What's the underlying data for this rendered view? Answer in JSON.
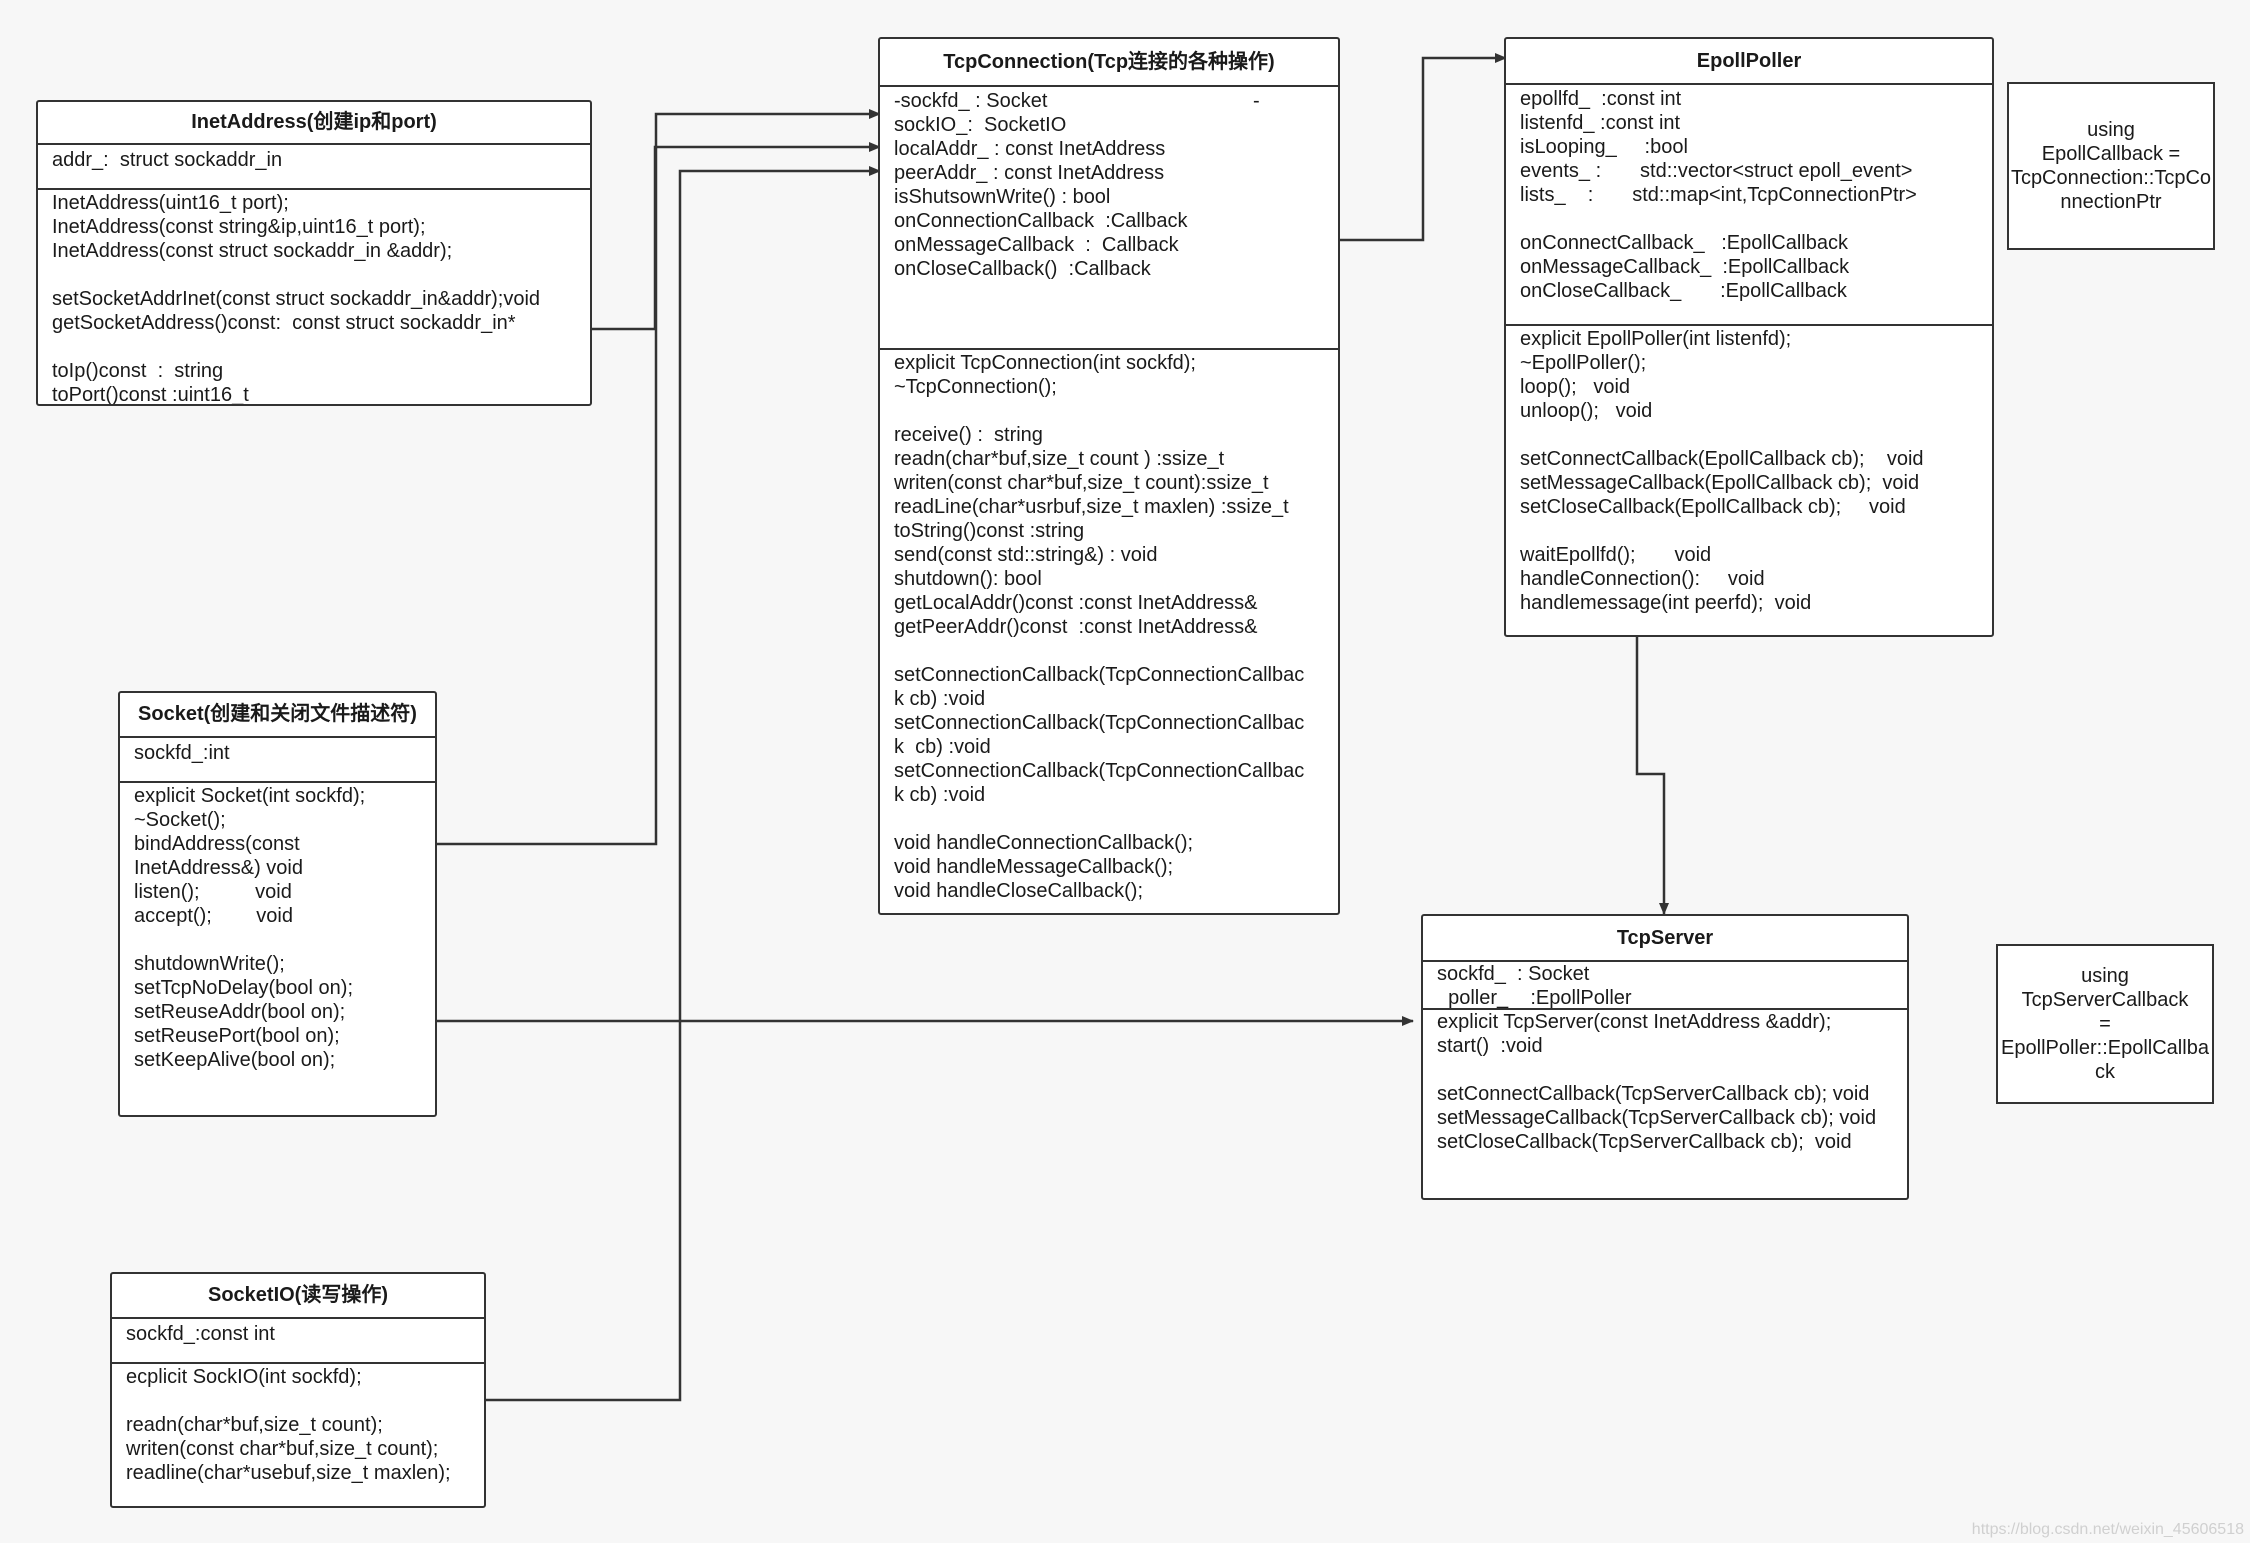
{
  "classes": {
    "inetaddress": {
      "title": "InetAddress(创建ip和port)",
      "attributes": [
        "addr_:  struct sockaddr_in"
      ],
      "methods": [
        "InetAddress(uint16_t port);",
        "InetAddress(const string&ip,uint16_t port);",
        "InetAddress(const struct sockaddr_in &addr);",
        "",
        "setSocketAddrInet(const struct sockaddr_in&addr);void",
        "getSocketAddress()const:  const struct sockaddr_in*",
        "",
        "toIp()const  :  string",
        "toPort()const :uint16_t"
      ]
    },
    "tcpconnection": {
      "title": "TcpConnection(Tcp连接的各种操作)",
      "attributes": [
        "-sockfd_ : Socket                                     -",
        "sockIO_:  SocketIO",
        "localAddr_ : const InetAddress",
        "peerAddr_ : const InetAddress",
        "isShutsownWrite() : bool",
        "onConnectionCallback  :Callback",
        "onMessageCallback  :  Callback",
        "onCloseCallback()  :Callback"
      ],
      "methods": [
        "explicit TcpConnection(int sockfd);",
        "~TcpConnection();",
        "",
        "receive() :  string",
        "readn(char*buf,size_t count ) :ssize_t",
        "writen(const char*buf,size_t count):ssize_t",
        "readLine(char*usrbuf,size_t maxlen) :ssize_t",
        "toString()const :string",
        "send(const std::string&) : void",
        "shutdown(): bool",
        "getLocalAddr()const :const InetAddress&",
        "getPeerAddr()const  :const InetAddress&",
        "",
        "setConnectionCallback(TcpConnectionCallbac",
        "k cb) :void",
        "setConnectionCallback(TcpConnectionCallbac",
        "k  cb) :void",
        "setConnectionCallback(TcpConnectionCallbac",
        "k cb) :void",
        "",
        "void handleConnectionCallback();",
        "void handleMessageCallback();",
        "void handleCloseCallback();"
      ]
    },
    "epollpoller": {
      "title": "EpollPoller",
      "attributes": [
        "epollfd_  :const int",
        "listenfd_ :const int",
        "isLooping_     :bool",
        "events_ :       std::vector<struct epoll_event>",
        "lists_    :       std::map<int,TcpConnectionPtr>",
        "",
        "onConnectCallback_   :EpollCallback",
        "onMessageCallback_  :EpollCallback",
        "onCloseCallback_       :EpollCallback"
      ],
      "methods": [
        "explicit EpollPoller(int listenfd);",
        "~EpollPoller();",
        "loop();   void",
        "unloop();   void",
        "",
        "setConnectCallback(EpollCallback cb);    void",
        "setMessageCallback(EpollCallback cb);  void",
        "setCloseCallback(EpollCallback cb);     void",
        "",
        "waitEpollfd();       void",
        "handleConnection():     void",
        "handlemessage(int peerfd);  void"
      ]
    },
    "socket": {
      "title": "Socket(创建和关闭文件描述符)",
      "attributes": [
        "sockfd_:int"
      ],
      "methods": [
        "explicit Socket(int sockfd);",
        "~Socket();",
        "bindAddress(const",
        "InetAddress&) void",
        "listen();          void",
        "accept();        void",
        "",
        "shutdownWrite();",
        "setTcpNoDelay(bool on);",
        "setReuseAddr(bool on);",
        "setReusePort(bool on);",
        "setKeepAlive(bool on);"
      ]
    },
    "tcpserver": {
      "title": "TcpServer",
      "attributes": [
        "sockfd_  : Socket",
        "  poller_    :EpollPoller"
      ],
      "methods": [
        "explicit TcpServer(const InetAddress &addr);",
        "start()  :void",
        "",
        "setConnectCallback(TcpServerCallback cb); void",
        "setMessageCallback(TcpServerCallback cb); void",
        "setCloseCallback(TcpServerCallback cb);  void"
      ]
    },
    "socketio": {
      "title": "SocketIO(读写操作)",
      "attributes": [
        "sockfd_:const int"
      ],
      "methods": [
        "ecplicit SockIO(int sockfd);",
        "",
        "readn(char*buf,size_t count);",
        "writen(const char*buf,size_t count);",
        "readline(char*usebuf,size_t maxlen);"
      ]
    }
  },
  "notes": {
    "epoll_callback": "using\nEpollCallback =\nTcpConnection::TcpConnectionPtr",
    "server_callback": "using\nTcpServerCallback\n=\nEpollPoller::EpollCallback"
  },
  "watermark": "https://blog.csdn.net/weixin_45606518",
  "colors": {
    "background": "#f7f7f7",
    "box_fill": "#ffffff",
    "line": "#333333"
  }
}
